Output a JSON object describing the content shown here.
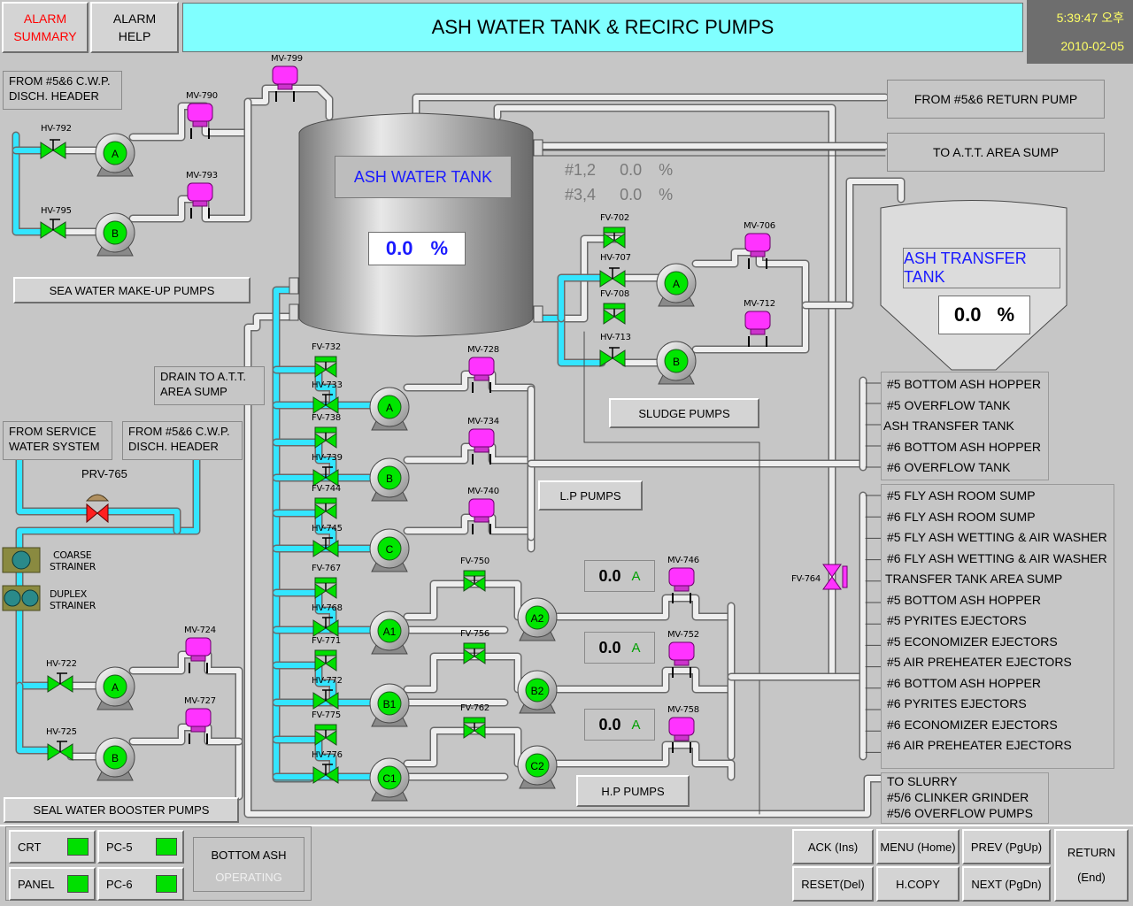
{
  "header": {
    "alarm_summary": [
      "ALARM",
      "SUMMARY"
    ],
    "alarm_help": [
      "ALARM",
      "HELP"
    ],
    "title": "ASH WATER TANK & RECIRC PUMPS",
    "time": "5:39:47 오후",
    "date": "2010-02-05"
  },
  "tank": {
    "label": "ASH WATER TANK",
    "value": "0.0",
    "unit": "%",
    "line1_tag": "#1,2",
    "line1_value": "0.0",
    "line1_unit": "%",
    "line2_tag": "#3,4",
    "line2_value": "0.0",
    "line2_unit": "%"
  },
  "transfer_tank": {
    "label": "ASH TRANSFER TANK",
    "value": "0.0",
    "unit": "%"
  },
  "labels": {
    "from_cwp_top": [
      "FROM #5&6 C.W.P.",
      "DISCH. HEADER"
    ],
    "from_return_pump": "FROM #5&6 RETURN PUMP",
    "to_att_sump": "TO A.T.T. AREA SUMP",
    "drain_att": [
      "DRAIN TO A.T.T.",
      "AREA SUMP"
    ],
    "from_service_water": [
      "FROM SERVICE",
      "WATER SYSTEM"
    ],
    "from_cwp_mid": [
      "FROM #5&6 C.W.P.",
      "DISCH. HEADER"
    ],
    "coarse_strainer": [
      "COARSE",
      "STRAINER"
    ],
    "duplex_strainer": [
      "DUPLEX",
      "STRAINER"
    ],
    "prv": "PRV-765"
  },
  "groups": {
    "sea_water": "SEA WATER MAKE-UP PUMPS",
    "sludge": "SLUDGE PUMPS",
    "lp": "L.P PUMPS",
    "hp": "H.P PUMPS",
    "seal_water": "SEAL WATER BOOSTER PUMPS"
  },
  "hp_readouts": [
    {
      "value": "0.0",
      "unit": "A"
    },
    {
      "value": "0.0",
      "unit": "A"
    },
    {
      "value": "0.0",
      "unit": "A"
    }
  ],
  "destinations_top": [
    "#5 BOTTOM ASH HOPPER",
    "#5 OVERFLOW TANK",
    "ASH TRANSFER TANK",
    "#6 BOTTOM ASH HOPPER",
    "#6 OVERFLOW TANK"
  ],
  "destinations_mid": [
    "#5 FLY ASH ROOM SUMP",
    "#6 FLY ASH ROOM SUMP",
    "#5 FLY ASH WETTING & AIR WASHER",
    "#6 FLY ASH WETTING & AIR WASHER",
    "TRANSFER TANK AREA SUMP",
    "#5 BOTTOM ASH HOPPER",
    "#5 PYRITES EJECTORS",
    "#5 ECONOMIZER EJECTORS",
    "#5 AIR PREHEATER EJECTORS",
    "#6 BOTTOM ASH HOPPER",
    "#6 PYRITES EJECTORS",
    "#6 ECONOMIZER EJECTORS",
    "#6 AIR PREHEATER EJECTORS"
  ],
  "destinations_bottom": [
    "TO SLURRY",
    "#5/6  CLINKER GRINDER",
    "#5/6  OVERFLOW PUMPS"
  ],
  "valves": {
    "mv799": "MV-799",
    "mv790": "MV-790",
    "mv793": "MV-793",
    "hv792": "HV-792",
    "hv795": "HV-795",
    "fv702": "FV-702",
    "hv707": "HV-707",
    "fv708": "FV-708",
    "hv713": "HV-713",
    "mv706": "MV-706",
    "mv712": "MV-712",
    "fv732": "FV-732",
    "hv733": "HV-733",
    "fv738": "FV-738",
    "hv739": "HV-739",
    "fv744": "FV-744",
    "hv745": "HV-745",
    "fv767": "FV-767",
    "hv768": "HV-768",
    "fv771": "FV-771",
    "hv772": "HV-772",
    "fv775": "FV-775",
    "hv776": "HV-776",
    "mv728": "MV-728",
    "mv734": "MV-734",
    "mv740": "MV-740",
    "fv750": "FV-750",
    "fv756": "FV-756",
    "fv762": "FV-762",
    "mv746": "MV-746",
    "mv752": "MV-752",
    "mv758": "MV-758",
    "fv764": "FV-764",
    "hv722": "HV-722",
    "hv725": "HV-725",
    "mv724": "MV-724",
    "mv727": "MV-727"
  },
  "pumps": {
    "swA": "A",
    "swB": "B",
    "slA": "A",
    "slB": "B",
    "lpA": "A",
    "lpB": "B",
    "lpC": "C",
    "a1": "A1",
    "b1": "B1",
    "c1": "C1",
    "a2": "A2",
    "b2": "B2",
    "c2": "C2",
    "sbA": "A",
    "sbB": "B"
  },
  "footer": {
    "crt": "CRT",
    "pc5": "PC-5",
    "panel": "PANEL",
    "pc6": "PC-6",
    "status_title": "BOTTOM ASH",
    "status_value": "OPERATING",
    "ack": "ACK (Ins)",
    "menu": "MENU (Home)",
    "prev": "PREV (PgUp)",
    "reset": "RESET(Del)",
    "hcopy": "H.COPY",
    "next": "NEXT (PgDn)",
    "return": [
      "RETURN",
      "(End)"
    ]
  },
  "colors": {
    "pump": "#00e600",
    "valve_open": "#00e000",
    "motor_valve": "#ff33ff",
    "header_bg": "#80ffff",
    "water": "#33e5ff",
    "alarm_text": "#ff0000",
    "clock_text": "#ffff66"
  }
}
